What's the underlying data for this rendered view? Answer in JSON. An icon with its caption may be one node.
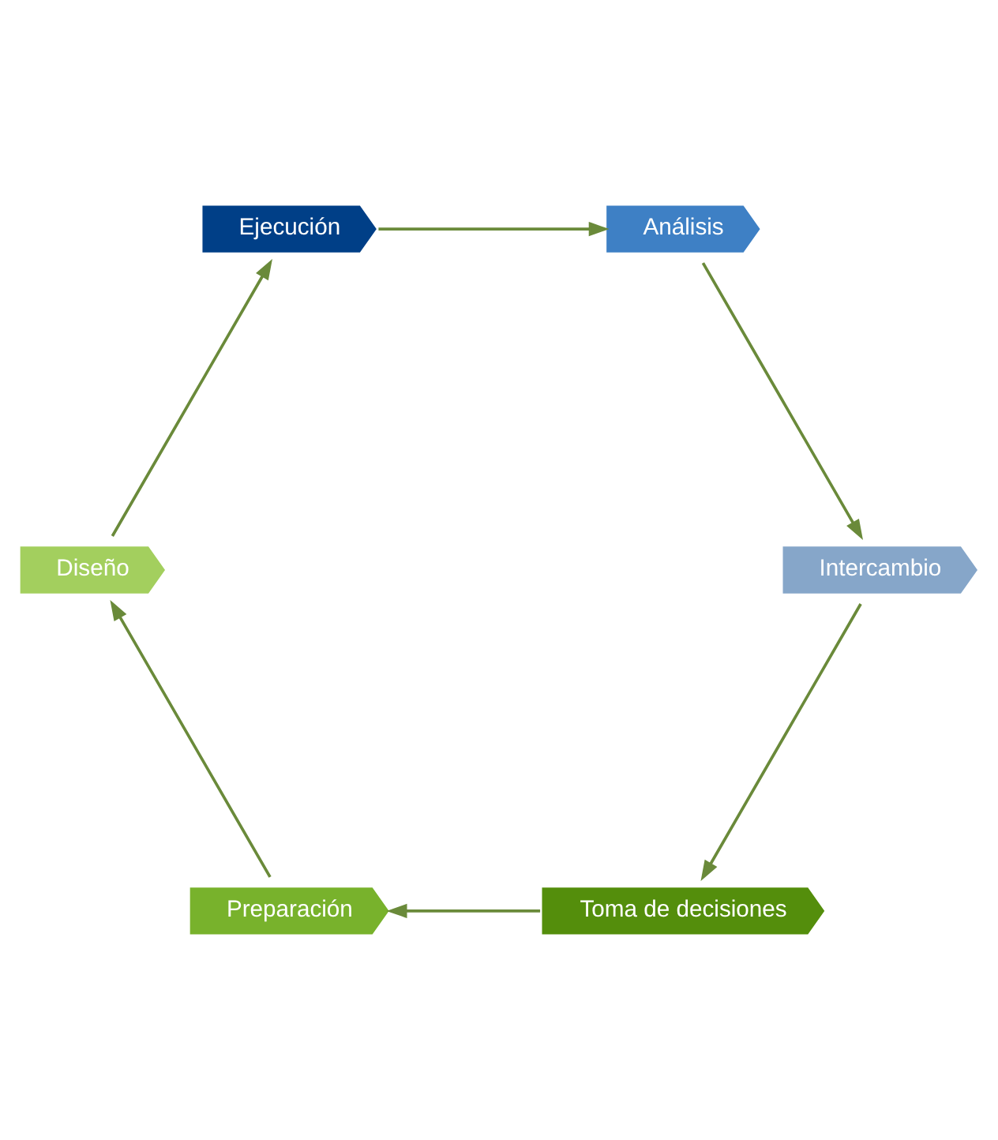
{
  "diagram": {
    "nodes": [
      {
        "text": [
          "Toma de decisiones"
        ]
      },
      {
        "text": [
          "Preparación"
        ]
      },
      {
        "text": [
          "Diseño"
        ]
      },
      {
        "text": [
          "Ejecución"
        ]
      },
      {
        "text": [
          "Análisis"
        ]
      },
      {
        "text": [
          "Intercambio"
        ]
      }
    ],
    "edges": [
      {
        "from": 0,
        "to": 1,
        "arrow": "to"
      },
      {
        "from": 1,
        "to": 2,
        "arrow": "to"
      },
      {
        "from": 2,
        "to": 3,
        "arrow": "to"
      },
      {
        "from": 3,
        "to": 4,
        "arrow": "to"
      },
      {
        "from": 4,
        "to": 5,
        "arrow": "to"
      },
      {
        "from": 5,
        "to": 0,
        "arrow": "to"
      }
    ]
  }
}
